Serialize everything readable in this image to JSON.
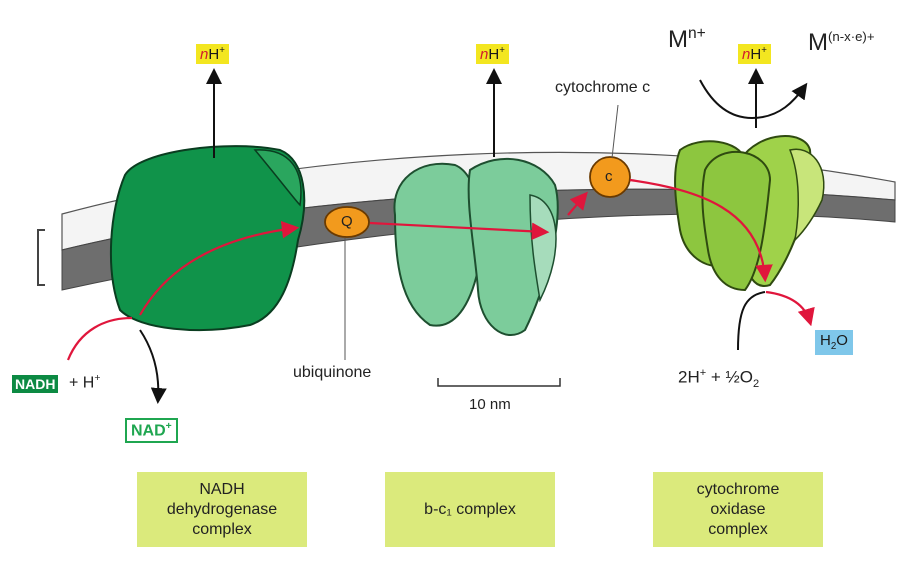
{
  "labels": {
    "nh_prefix": "n",
    "nh_suffix": "H",
    "nh_sup": "+",
    "metal_in": "M",
    "metal_in_sup": "n+",
    "metal_out": "M",
    "metal_out_sup": "(n-x·e)+",
    "cytochrome_c": "cytochrome c",
    "cytc_letter": "c",
    "q_letter": "Q",
    "ubiquinone": "ubiquinone",
    "scale": "10 nm",
    "nadh": "NADH",
    "nadh_plus_h": "+ H",
    "nadh_plus_h_sup": "+",
    "nad": "NAD",
    "nad_sup": "+",
    "oxygen_reactants": "2H",
    "oxygen_reactants_rest": " + ½O",
    "oxygen_sub": "2",
    "water": "H",
    "water_sub": "2",
    "water_rest": "O"
  },
  "captions": {
    "complex1": [
      "NADH",
      "dehydrogenase",
      "complex"
    ],
    "complex2": "b-c₁ complex",
    "complex3": [
      "cytochrome",
      "oxidase",
      "complex"
    ]
  },
  "colors": {
    "membrane": "#6e6e6e",
    "membrane_top": "#f2f2f2",
    "complex1": "#10934a",
    "complex2": "#7ccc9b",
    "complex3": "#8dc63f",
    "carrier": "#f29a1d",
    "electron_path": "#e0163c",
    "nh_highlight": "#f3e620",
    "caption_bg": "#dbea7c"
  }
}
